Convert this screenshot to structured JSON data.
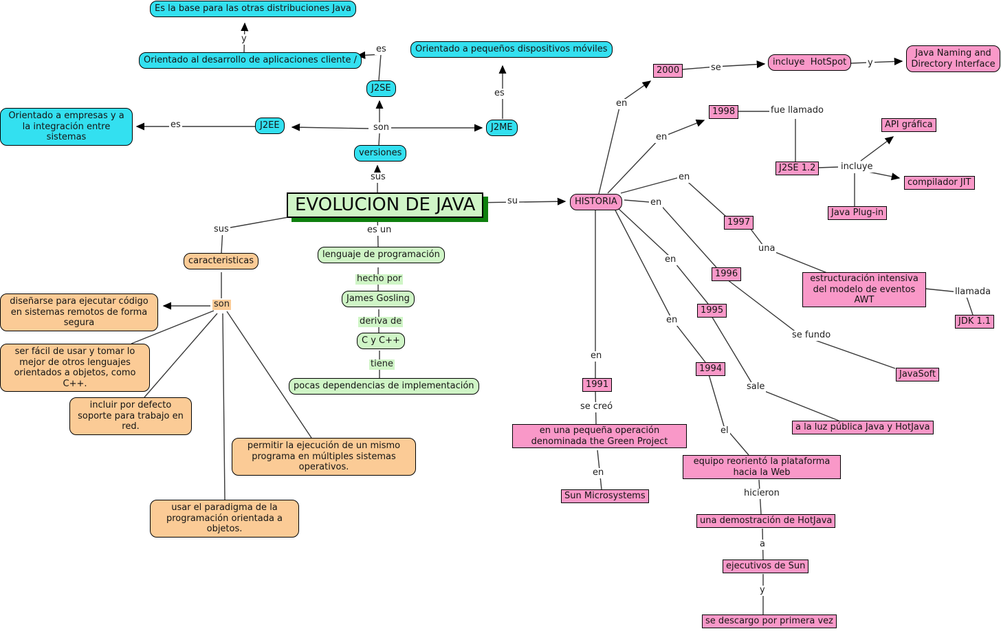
{
  "colors": {
    "cyan": "#33E0F0",
    "green": "#CFF5C6",
    "orange": "#FBCB96",
    "pink": "#F998C8",
    "title_shadow": "#0E800E",
    "line": "#383838"
  },
  "title_node": {
    "label": "EVOLUCION DE JAVA"
  },
  "nodes": {
    "base_distribuciones": {
      "label": "Es la base para las otras distribuciones Java"
    },
    "orientado_cliente": {
      "label": "Orientado al desarrollo de aplicaciones cliente /"
    },
    "orientado_empresas": {
      "label": "Orientado a empresas y a la integración entre sistemas"
    },
    "j2ee": {
      "label": "J2EE"
    },
    "j2se": {
      "label": "J2SE"
    },
    "orientado_moviles": {
      "label": "Orientado a pequeños dispositivos móviles"
    },
    "j2me": {
      "label": "J2ME"
    },
    "versiones": {
      "label": "versiones"
    },
    "lenguaje": {
      "label": "lenguaje de programación"
    },
    "james_gosling": {
      "label": "James Gosling"
    },
    "c_y_cpp": {
      "label": "C y C++"
    },
    "pocas_dependencias": {
      "label": "pocas dependencias de implementación"
    },
    "caracteristicas": {
      "label": "caracteristicas"
    },
    "disenarse": {
      "label": "diseñarse para ejecutar código en sistemas remotos de forma segura"
    },
    "ser_facil": {
      "label": "ser fácil de usar y tomar lo mejor de otros lenguajes orientados a objetos, como C++."
    },
    "incluir_soporte": {
      "label": "incluir por defecto soporte para trabajo en red."
    },
    "permitir_ejecucion": {
      "label": "permitir la ejecución de un mismo programa en múltiples sistemas operativos."
    },
    "usar_paradigma": {
      "label": "usar el paradigma de la programación orientada a objetos."
    },
    "historia": {
      "label": "HISTORIA"
    },
    "y2000": {
      "label": "2000"
    },
    "incluye_hotspot": {
      "label": "incluye  HotSpot"
    },
    "jndi": {
      "label": "Java Naming and Directory Interface"
    },
    "y1998": {
      "label": "1998"
    },
    "j2se_12": {
      "label": "J2SE 1.2"
    },
    "api_grafica": {
      "label": "API gráfica"
    },
    "compilador_jit": {
      "label": "compilador JIT"
    },
    "java_plugin": {
      "label": "Java Plug-in"
    },
    "y1997": {
      "label": "1997"
    },
    "estructuracion": {
      "label": "estructuración intensiva del modelo de eventos AWT"
    },
    "jdk_11": {
      "label": "JDK 1.1"
    },
    "y1996": {
      "label": "1996"
    },
    "javasoft": {
      "label": "JavaSoft"
    },
    "y1995": {
      "label": "1995"
    },
    "a_la_luz": {
      "label": "a la luz pública Java y HotJava"
    },
    "y1994": {
      "label": "1994"
    },
    "equipo_reoriento": {
      "label": "equipo reorientó la plataforma hacia la Web"
    },
    "y1991": {
      "label": "1991"
    },
    "green_project": {
      "label": "en una pequeña operación denominada the Green Project"
    },
    "sun_microsystems": {
      "label": "Sun Microsystems"
    },
    "demostracion": {
      "label": "una demostración de HotJava"
    },
    "ejecutivos": {
      "label": "ejecutivos de Sun"
    },
    "descargo": {
      "label": "se descargo por primera vez"
    }
  },
  "link_labels": {
    "y_top": "y",
    "es_j2se": "es",
    "es_j2ee": "es",
    "es_j2me": "es",
    "son_top": "son",
    "sus_top": "sus",
    "su": "su",
    "es_un": "es un",
    "hecho_por": "hecho por",
    "deriva_de": "deriva de",
    "tiene": "tiene",
    "sus_left": "sus",
    "son_left": "son",
    "en_2000": "en",
    "en_1998": "en",
    "en_1997": "en",
    "en_1996": "en",
    "en_1995": "en",
    "en_1994": "en",
    "en_1991": "en",
    "se_2000": "se",
    "y_hotspot": "y",
    "fue_llamado": "fue llamado",
    "incluye": "incluye",
    "una": "una",
    "llamada": "llamada",
    "se_fundo": "se fundo",
    "sale": "sale",
    "el": "el",
    "se_creo": "se creó",
    "en_sun": "en",
    "hicieron": "hicieron",
    "a": "a",
    "y_ejecutivos": "y"
  }
}
